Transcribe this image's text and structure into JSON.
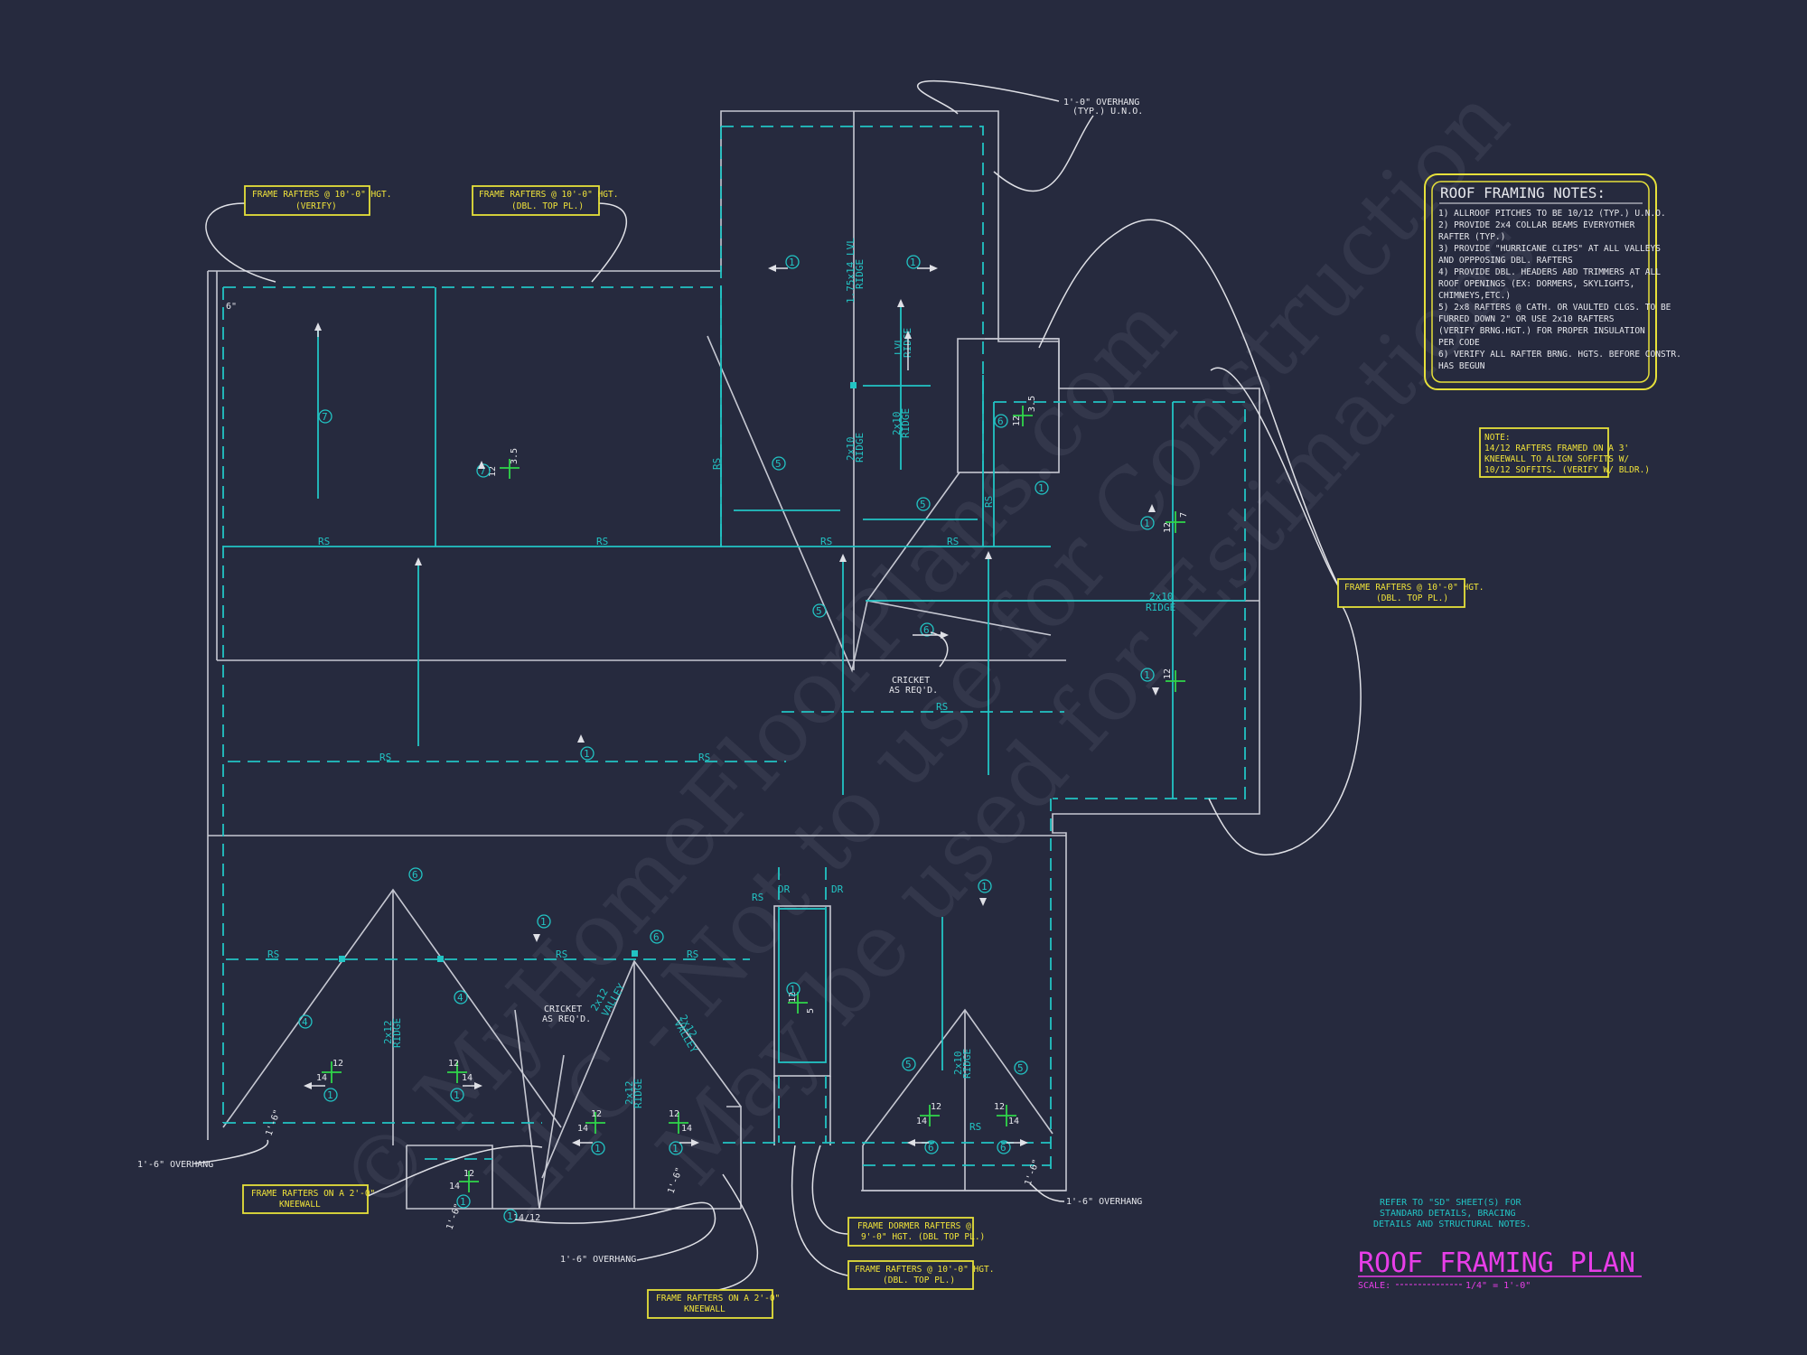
{
  "colors": {
    "background": "#262a3e",
    "wall_line": "#c6c8d2",
    "framing_cyan": "#22c4c4",
    "callout_yellow": "#f0e33a",
    "title_magenta": "#e83ee8",
    "pitch_green": "#2fd64a"
  },
  "watermark": {
    "line1": "© MyHomeFloorPlans.com",
    "line2": "LLC - Not to use for Construction",
    "line3": "May be used for Estimations"
  },
  "callouts": {
    "overhang_top": "1'-0\" OVERHANG",
    "overhang_top_sub": "(TYP.) U.N.O.",
    "frame_left": "FRAME RAFTERS @ 10'-0\" HGT.",
    "frame_left_sub": "(VERIFY)",
    "frame_mid": "FRAME RAFTERS @ 10'-0\" HGT.",
    "frame_mid_sub": "(DBL. TOP PL.)",
    "frame_right": "FRAME RAFTERS @ 10'-0\" HGT.",
    "frame_right_sub": "(DBL. TOP PL.)",
    "kneewall_left": "FRAME RAFTERS ON A 2'-0\"",
    "kneewall_left_sub": "KNEEWALL",
    "kneewall_mid": "FRAME RAFTERS ON A 2'-0\"",
    "kneewall_mid_sub": "KNEEWALL",
    "dormer": "FRAME DORMER RAFTERS @",
    "dormer_sub": "9'-0\" HGT. (DBL TOP PL.)",
    "frame_bottom": "FRAME RAFTERS @ 10'-0\" HGT.",
    "frame_bottom_sub": "(DBL. TOP PL.)",
    "overhang_left": "1'-6\" OVERHANG",
    "overhang_bottom": "1'-6\" OVERHANG",
    "overhang_right": "1'-6\" OVERHANG",
    "cricket_1": "CRICKET",
    "cricket_1_sub": "AS REQ'D.",
    "cricket_2": "CRICKET",
    "cricket_2_sub": "AS REQ'D."
  },
  "side_note": {
    "title": "NOTE:",
    "lines": [
      "14/12 RAFTERS FRAMED ON A 3'",
      "KNEEWALL TO ALIGN SOFFITS W/",
      "10/12 SOFFITS. (VERIFY W/ BLDR.)"
    ]
  },
  "roof_notes": {
    "title": "ROOF FRAMING NOTES:",
    "lines": [
      "1) ALLROOF PITCHES TO BE  10/12 (TYP.) U.N.O.",
      "2) PROVIDE 2x4 COLLAR BEAMS EVERYOTHER",
      "   RAFTER (TYP.)",
      "3) PROVIDE \"HURRICANE CLIPS\" AT ALL VALLEYS",
      "   AND OPPPOSING DBL. RAFTERS",
      "4) PROVIDE DBL. HEADERS ABD TRIMMERS AT ALL",
      "   ROOF OPENINGS (EX: DORMERS, SKYLIGHTS,",
      "   CHIMNEYS,ETC.)",
      "5) 2x8 RAFTERS @ CATH. OR VAULTED CLGS. TO BE",
      "   FURRED DOWN 2\" OR USE 2x10 RAFTERS",
      "   (VERIFY BRNG.HGT.) FOR PROPER INSULATION",
      "   PER CODE",
      "6) VERIFY ALL RAFTER BRNG. HGTS. BEFORE CONSTR.",
      "   HAS BEGUN"
    ]
  },
  "reference": {
    "lines": [
      "REFER TO \"SD\" SHEET(S) FOR",
      "STANDARD DETAILS, BRACING",
      "DETAILS AND STRUCTURAL NOTES."
    ]
  },
  "title_block": {
    "title": "ROOF FRAMING PLAN",
    "scale_label": "SCALE:",
    "scale_value": "1/4\" = 1'-0\""
  },
  "labels": {
    "rs": "RS",
    "dr": "DR",
    "ridge_lvl": "1.75x14 LVL",
    "ridge_word": "RIDGE",
    "lvl": "LVL",
    "two_by_ten": "2x10",
    "two_by_twelve": "2x12",
    "valley": "VALLEY",
    "two_by_twelve_valley": "2x12",
    "pitch_12": "12",
    "pitch_14": "14",
    "pitch_3_5": "3.5",
    "pitch_5": "5",
    "pitch_7": "7",
    "pitch_14_12": "14/12",
    "dim_6": "6\"",
    "dim_1_6": "1'-6\""
  },
  "markers": {
    "n1": "1",
    "n4": "4",
    "n5": "5",
    "n6": "6",
    "n7": "7"
  }
}
